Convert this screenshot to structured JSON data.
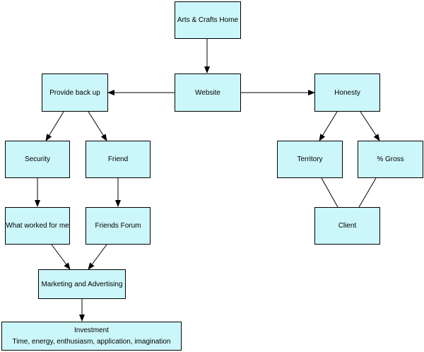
{
  "colors": {
    "node_fill": "#ccf7fa",
    "node_border": "#000000",
    "edge": "#000000"
  },
  "nodes": {
    "home": "Arts & Crafts Home",
    "website": "Website",
    "backup": "Provide back up",
    "honesty": "Honesty",
    "security": "Security",
    "friend": "Friend",
    "territory": "Territory",
    "gross": "% Gross",
    "worked": "What worked for me",
    "forum": "Friends Forum",
    "client": "Client",
    "marketing": "Marketing and Advertising",
    "investment": {
      "title": "Investment",
      "detail": "Time, energy, enthusiasm, application, imagination"
    }
  }
}
